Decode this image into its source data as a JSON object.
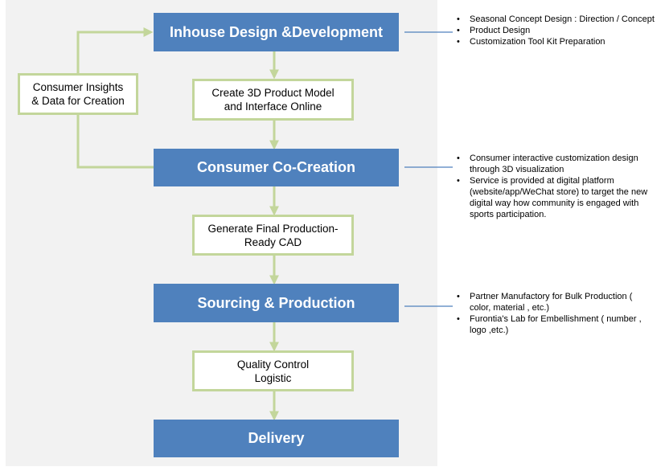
{
  "stages": {
    "design": "Inhouse Design &Development",
    "cocreation": "Consumer Co-Creation",
    "sourcing": "Sourcing & Production",
    "delivery": "Delivery"
  },
  "steps": {
    "model": [
      "Create 3D Product Model",
      "and Interface Online"
    ],
    "cad": [
      "Generate Final Production-",
      "Ready CAD"
    ],
    "qc": [
      "Quality Control",
      "Logistic"
    ]
  },
  "insights": [
    "Consumer Insights",
    "& Data for Creation"
  ],
  "notes": {
    "design": [
      [
        "Seasonal Concept Design : Direction / Concept"
      ],
      [
        "Product Design"
      ],
      [
        "Customization Tool Kit Preparation"
      ]
    ],
    "cocreation": [
      [
        "Consumer interactive customization design",
        "through 3D visualization"
      ],
      [
        "Service is provided at digital platform",
        "(website/app/WeChat store) to target the new",
        "digital way how community is engaged with",
        "sports participation."
      ]
    ],
    "sourcing": [
      [
        "Partner Manufactory for Bulk Production (",
        "color, material , etc.)"
      ],
      [
        "Furontia's Lab for Embellishment ( number ,",
        "logo ,etc.)"
      ]
    ]
  },
  "colors": {
    "main_box": "#4f81bd",
    "connector": "#c3d69b",
    "leader_line": "#4f81bd",
    "panel": "#f2f2f2"
  }
}
